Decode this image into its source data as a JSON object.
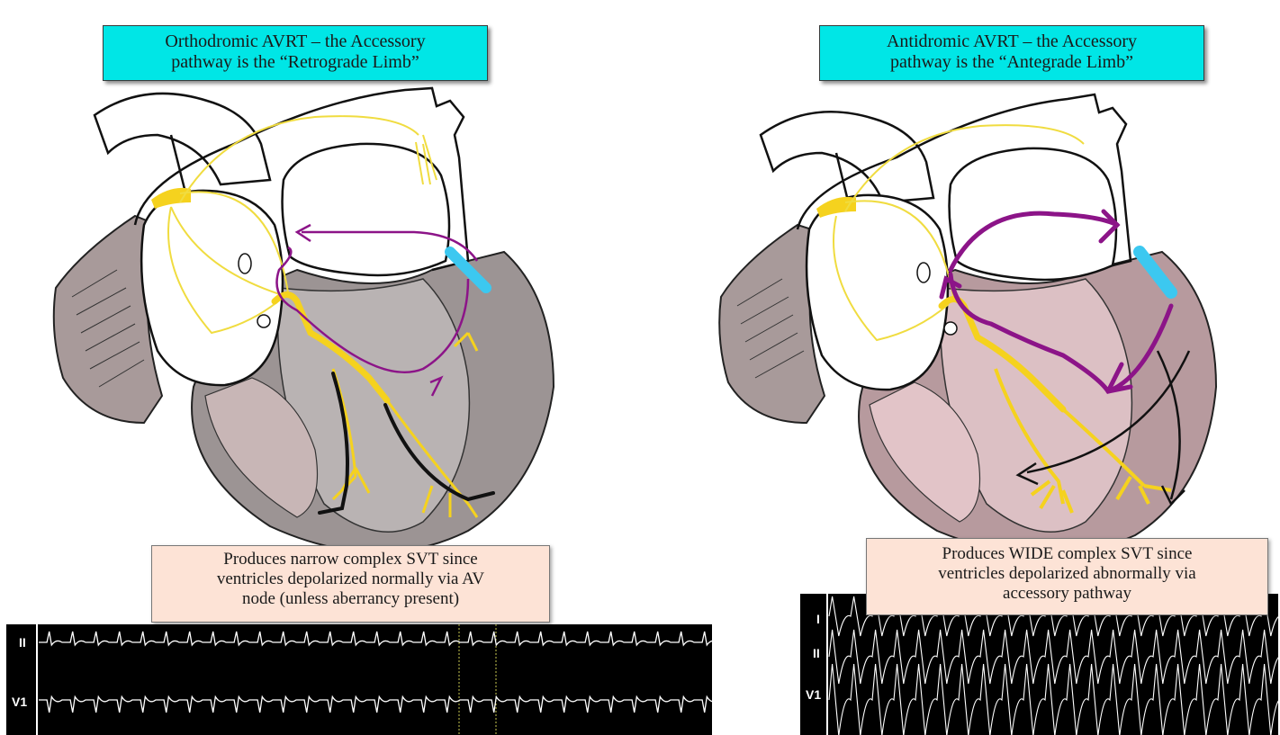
{
  "left_panel": {
    "title_lines": [
      "Orthodromic AVRT – the Accessory",
      "pathway is the “Retrograde Limb”"
    ],
    "description_lines": [
      "Produces narrow complex SVT since",
      "ventricles depolarized normally via AV",
      "node (unless aberrancy present)"
    ],
    "ecg_leads": [
      "II",
      "V1"
    ]
  },
  "right_panel": {
    "title_lines": [
      "Antidromic AVRT – the Accessory",
      "pathway is the “Antegrade Limb”"
    ],
    "description_lines": [
      "Produces WIDE complex SVT since",
      "ventricles depolarized abnormally via",
      "accessory pathway"
    ],
    "ecg_leads": [
      "I",
      "II",
      "V1"
    ]
  },
  "colors": {
    "title_bg": "#00e6e6",
    "description_bg": "#fde3d6",
    "conduction_yellow": "#f5dc1e",
    "accessory_pathway_blue": "#3cc8f0",
    "reentry_purple": "#8c1488",
    "ecg_background": "#000000"
  }
}
